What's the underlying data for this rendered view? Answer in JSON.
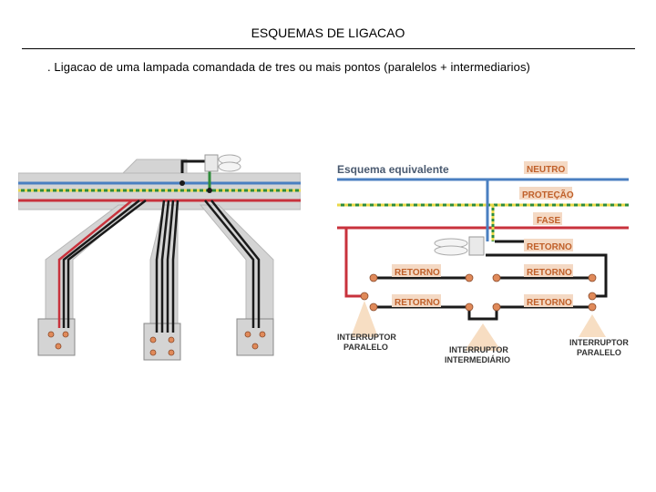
{
  "page": {
    "title": "ESQUEMAS DE LIGACAO",
    "subtitle": ". Ligacao de uma lampada comandada de tres ou mais pontos (paralelos + intermediarios)"
  },
  "diagram": {
    "scheme_title": "Esquema equivalente",
    "labels": {
      "neutro": "NEUTRO",
      "protecao": "PROTEÇÃO",
      "fase": "FASE",
      "retorno": "RETORNO",
      "interruptor_paralelo_1": "INTERRUPTOR",
      "interruptor_paralelo_2": "PARALELO",
      "interruptor_intermediario_1": "INTERRUPTOR",
      "interruptor_intermediario_2": "INTERMEDIÁRIO"
    },
    "colors": {
      "neutro": "#4a7fc1",
      "protecao": "#2e8b3a",
      "protecao_stripe": "#e8d84a",
      "fase": "#c8323c",
      "retorno": "#1a1a1a",
      "label_text": "#c0602a",
      "label_bg": "#f4d9c4",
      "conduit": "#cfcfcf",
      "terminal": "#e08a5a"
    }
  }
}
